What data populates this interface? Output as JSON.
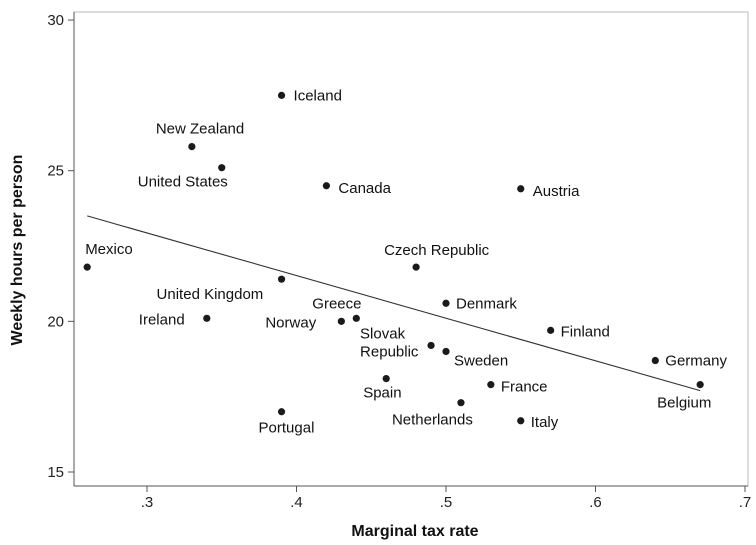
{
  "chart_data": {
    "type": "scatter",
    "title": "",
    "xlabel": "Marginal tax rate",
    "ylabel": "Weekly hours per person",
    "xlim": [
      0.255,
      0.7
    ],
    "ylim": [
      15,
      30
    ],
    "x_ticks": [
      {
        "value": 0.3,
        "label": ".3"
      },
      {
        "value": 0.4,
        "label": ".4"
      },
      {
        "value": 0.5,
        "label": ".5"
      },
      {
        "value": 0.6,
        "label": ".6"
      },
      {
        "value": 0.7,
        "label": ".7"
      }
    ],
    "y_ticks": [
      {
        "value": 15,
        "label": "15"
      },
      {
        "value": 20,
        "label": "20"
      },
      {
        "value": 25,
        "label": "25"
      },
      {
        "value": 30,
        "label": "30"
      }
    ],
    "grid": false,
    "legend": "none",
    "points": [
      {
        "label": "Iceland",
        "x": 0.39,
        "y": 27.5
      },
      {
        "label": "New Zealand",
        "x": 0.33,
        "y": 25.8
      },
      {
        "label": "United States",
        "x": 0.35,
        "y": 25.1
      },
      {
        "label": "Canada",
        "x": 0.42,
        "y": 24.5
      },
      {
        "label": "Austria",
        "x": 0.55,
        "y": 24.4
      },
      {
        "label": "Mexico",
        "x": 0.26,
        "y": 21.8
      },
      {
        "label": "Czech Republic",
        "x": 0.48,
        "y": 21.8
      },
      {
        "label": "United Kingdom",
        "x": 0.39,
        "y": 21.4
      },
      {
        "label": "Denmark",
        "x": 0.5,
        "y": 20.6
      },
      {
        "label": "Greece",
        "x": 0.44,
        "y": 20.1
      },
      {
        "label": "Ireland",
        "x": 0.34,
        "y": 20.1
      },
      {
        "label": "Norway",
        "x": 0.43,
        "y": 20.0
      },
      {
        "label": "Finland",
        "x": 0.57,
        "y": 19.7
      },
      {
        "label": "Slovak Republic",
        "x": 0.49,
        "y": 19.2
      },
      {
        "label": "Sweden",
        "x": 0.5,
        "y": 19.0
      },
      {
        "label": "Germany",
        "x": 0.64,
        "y": 18.7
      },
      {
        "label": "Spain",
        "x": 0.46,
        "y": 18.1
      },
      {
        "label": "France",
        "x": 0.53,
        "y": 17.9
      },
      {
        "label": "Belgium",
        "x": 0.67,
        "y": 17.9
      },
      {
        "label": "Netherlands",
        "x": 0.51,
        "y": 17.3
      },
      {
        "label": "Portugal",
        "x": 0.39,
        "y": 17.0
      },
      {
        "label": "Italy",
        "x": 0.55,
        "y": 16.7
      }
    ],
    "trendline": {
      "x": [
        0.26,
        0.67
      ],
      "y": [
        23.5,
        17.7
      ]
    },
    "colors": {
      "point": "#1a1a1a",
      "line": "#333333",
      "axis": "#555555",
      "frame": "#bbbbbb"
    }
  }
}
